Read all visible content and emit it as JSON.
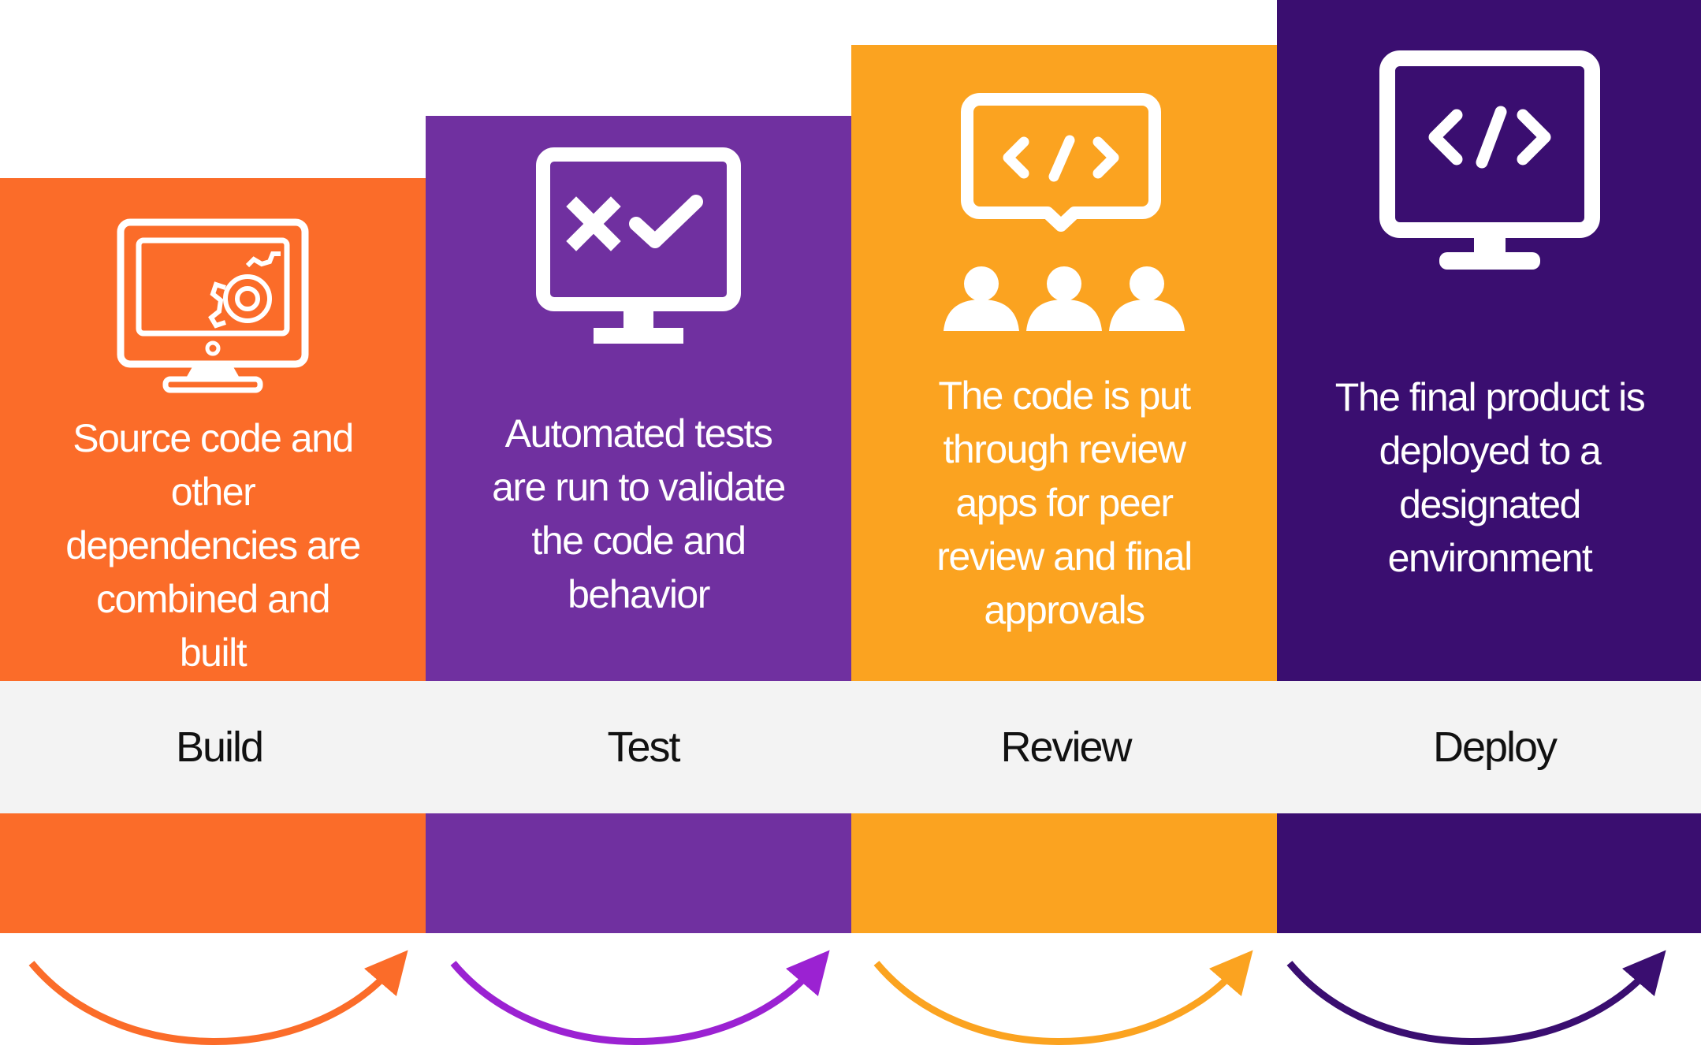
{
  "stages": [
    {
      "label": "Build",
      "description": "Source code and\nother\ndependencies  are\ncombined and\nbuilt",
      "color": "#fb6c29",
      "icon": "monitor-gear-icon"
    },
    {
      "label": "Test",
      "description": "Automated tests\nare  run to validate\nthe  code and\nbehavior",
      "color": "#7030a0",
      "icon": "monitor-check-icon"
    },
    {
      "label": "Review",
      "description": "The code is put\nthrough review\napps  for peer\nreview and  final\napprovals",
      "color": "#fba320",
      "icon": "code-review-people-icon"
    },
    {
      "label": "Deploy",
      "description": "The final product is\ndeployed to a\ndesignated\nenvironment",
      "color": "#3a0e70",
      "icon": "monitor-code-icon"
    }
  ],
  "arrow_colors": [
    "#fb6c29",
    "#9b22d2",
    "#fba320",
    "#3a0e70"
  ]
}
